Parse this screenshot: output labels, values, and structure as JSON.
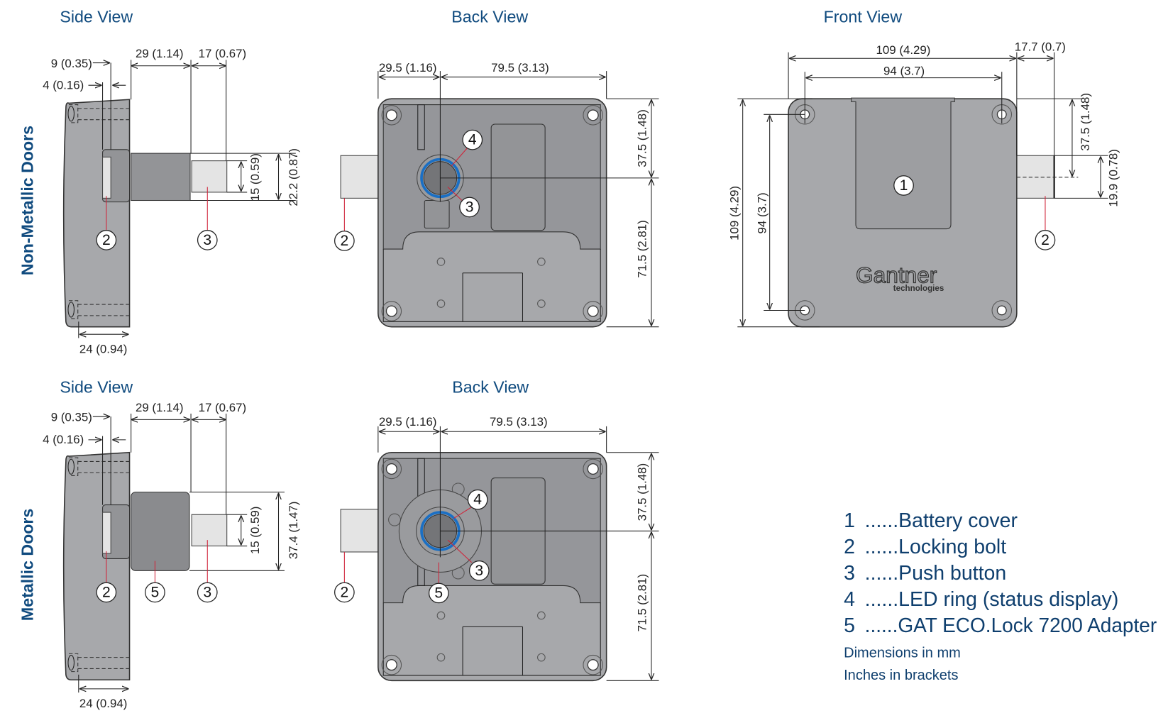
{
  "titles": {
    "side_view_top": "Side View",
    "back_view_top": "Back View",
    "front_view": "Front View",
    "side_view_bottom": "Side View",
    "back_view_bottom": "Back View"
  },
  "row_labels": {
    "non_metallic": "Non-Metallic Doors",
    "metallic": "Metallic Doors"
  },
  "side_view_dims": {
    "d9": "9 (0.35)",
    "d4": "4 (0.16)",
    "d29": "29 (1.14)",
    "d17": "17 (0.67)",
    "d15": "15 (0.59)",
    "d22": "22.2  (0.87)",
    "d37": "37.4  (1.47)",
    "d24": "24 (0.94)"
  },
  "back_view_dims": {
    "d29_5": "29.5 (1.16)",
    "d79_5": "79.5 (3.13)",
    "d37_5": "37.5  (1.48)",
    "d71_5": "71.5  (2.81)"
  },
  "front_view_dims": {
    "w109": "109 (4.29)",
    "w94": "94 (3.7)",
    "w17_7": "17.7 (0.7)",
    "h109": "109 (4.29)",
    "h94": "94 (3.7)",
    "h37_5": "37.5 (1.48)",
    "h19_9": "19.9 (0.78)"
  },
  "logo": {
    "brand": "Gantner",
    "sub": "technologies"
  },
  "callouts": {
    "c1": "1",
    "c2": "2",
    "c3": "3",
    "c4": "4",
    "c5": "5"
  },
  "legend": [
    {
      "num": "1",
      "label": "......Battery cover"
    },
    {
      "num": "2",
      "label": "......Locking bolt"
    },
    {
      "num": "3",
      "label": "......Push button"
    },
    {
      "num": "4",
      "label": "......LED ring (status display)"
    },
    {
      "num": "5",
      "label": "......GAT ECO.Lock 7200 Adapter"
    }
  ],
  "notes": {
    "units": "Dimensions in mm",
    "inches": "Inches in brackets"
  },
  "colors": {
    "heading": "#0f4a7e",
    "led_ring": "#1a6fc4",
    "callout_line": "#d0243a",
    "housing": "#a7a8ab"
  }
}
